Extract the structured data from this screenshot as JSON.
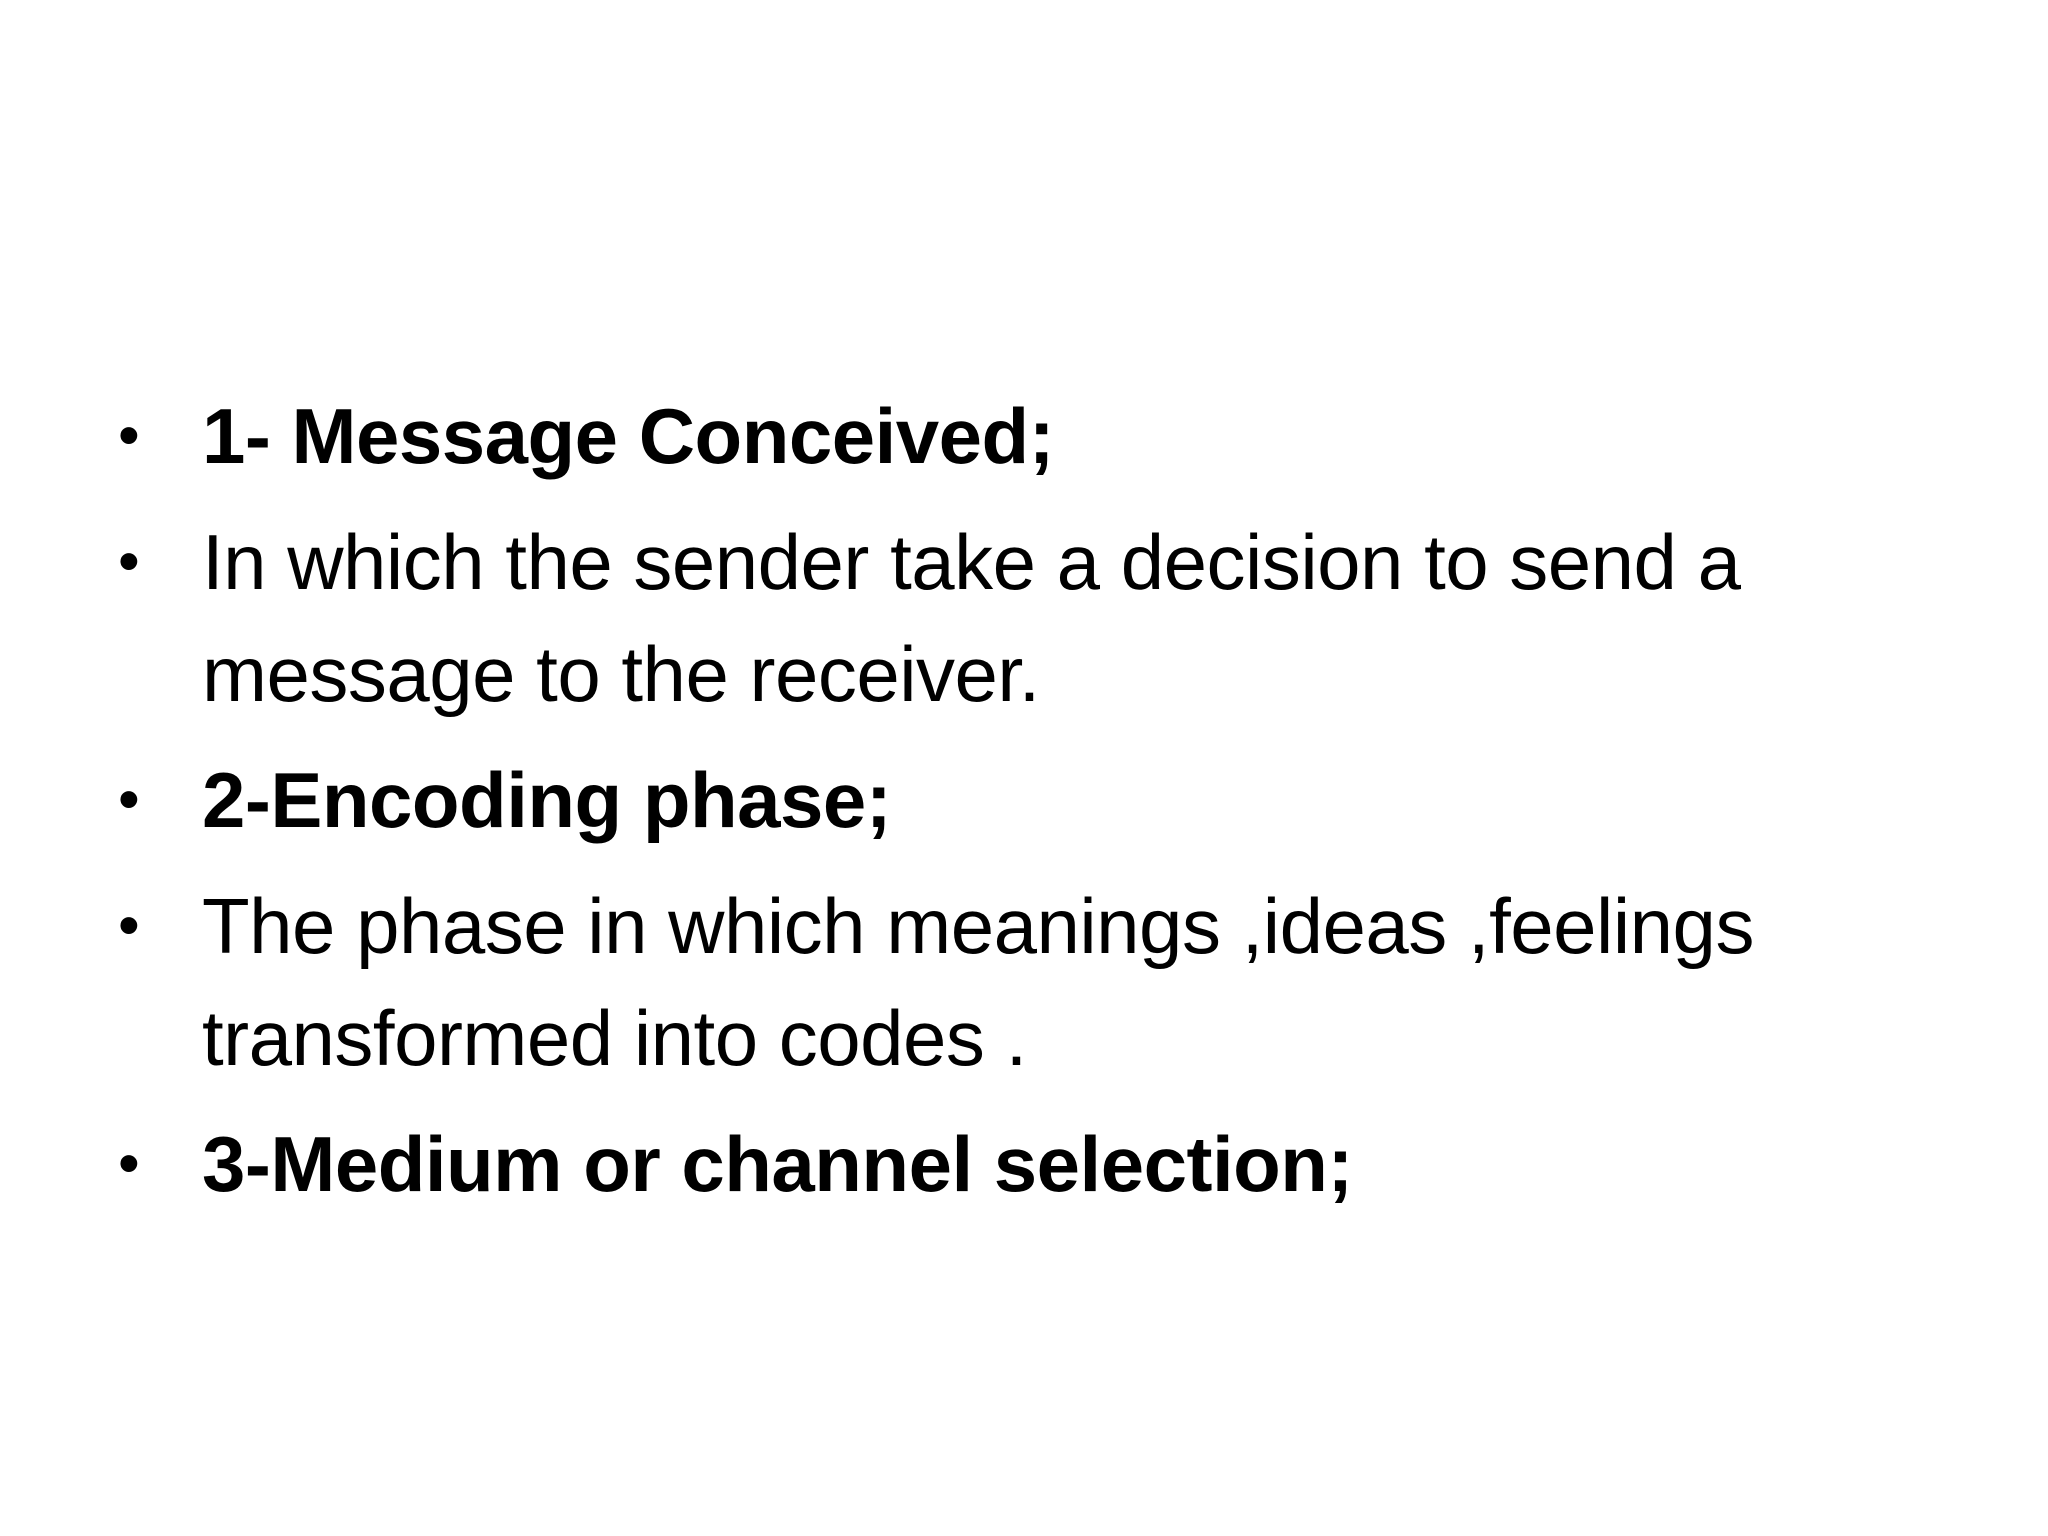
{
  "slide": {
    "text_color": "#000000",
    "background_color": "#ffffff",
    "bullet_glyph": "•",
    "items": [
      {
        "text": "1- Message Conceived;",
        "bold": true
      },
      {
        "text": "In which the sender take a decision to send a message to the receiver.",
        "bold": false
      },
      {
        "text": "2-Encoding phase;",
        "bold": true
      },
      {
        "text": "The phase in which meanings ,ideas ,feelings transformed into codes .",
        "bold": false
      },
      {
        "text": "3-Medium or channel selection;",
        "bold": true
      }
    ]
  }
}
